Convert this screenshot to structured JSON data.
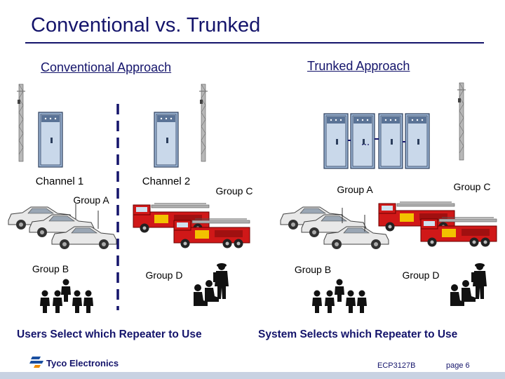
{
  "title": "Conventional vs. Trunked",
  "conventional": {
    "heading": "Conventional Approach",
    "channel1": "Channel 1",
    "channel2": "Channel 2",
    "groupA": "Group A",
    "groupB": "Group B",
    "groupC": "Group C",
    "groupD": "Group D",
    "caption": "Users Select which Repeater to Use"
  },
  "trunked": {
    "heading": "Trunked Approach",
    "groupA": "Group A",
    "groupB": "Group B",
    "groupC": "Group C",
    "groupD": "Group D",
    "caption": "System Selects which Repeater to Use"
  },
  "footer": {
    "logo_text": "Tyco Electronics",
    "code": "ECP3127B",
    "page": "page 6"
  },
  "colors": {
    "title": "#14146b",
    "truck": "#d01818",
    "cabinet": "#8aa5c8",
    "divider": "#14146b"
  }
}
